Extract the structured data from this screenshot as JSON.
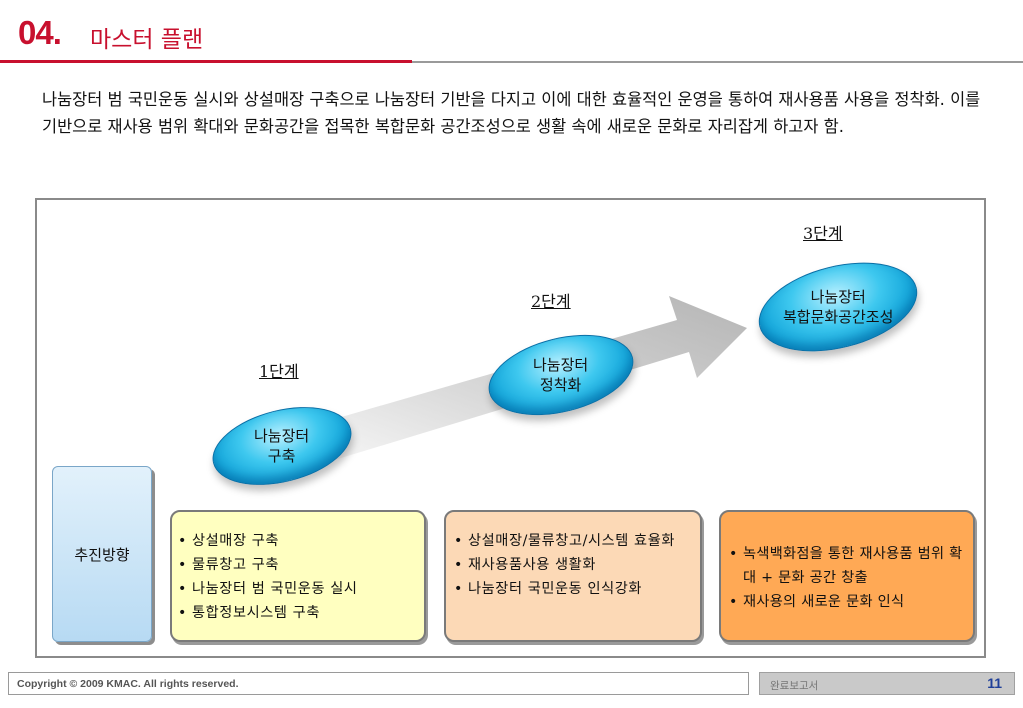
{
  "header": {
    "section_number": "04.",
    "section_title": "마스터 플랜",
    "colors": {
      "accent": "#c8102e"
    }
  },
  "intro": {
    "text": "나눔장터 범 국민운동 실시와 상설매장 구축으로 나눔장터 기반을 다지고 이에 대한 효율적인 운영을 통하여 재사용품 사용을 정착화. 이를 기반으로 재사용 범위 확대와 문화공간을 접목한 복합문화 공간조성으로 생활 속에 새로운 문화로 자리잡게 하고자 함."
  },
  "stages": [
    {
      "label": "1단계",
      "title": "나눔장터\n구축"
    },
    {
      "label": "2단계",
      "title": "나눔장터\n정착화"
    },
    {
      "label": "3단계",
      "title": "나눔장터\n복합문화공간조성"
    }
  ],
  "direction": {
    "label": "추진방향"
  },
  "boxes": [
    {
      "items": [
        "상설매장 구축",
        "물류창고 구축",
        "나눔장터 범 국민운동 실시",
        "통합정보시스템 구축"
      ],
      "color": "#ffffc0"
    },
    {
      "items": [
        "상설매장/물류창고/시스템 효율화",
        "재사용품사용 생활화",
        "나눔장터 국민운동 인식강화"
      ],
      "color": "#fcd9b6"
    },
    {
      "items": [
        "녹색백화점을 통한 재사용품 범위 확대 + 문화 공간 창출",
        "재사용의 새로운 문화 인식"
      ],
      "color": "#ffa955"
    }
  ],
  "footer": {
    "copyright": "Copyright © 2009 KMAC. All rights reserved.",
    "doc_name": "완료보고서",
    "page": "11"
  },
  "icons": {
    "arrow": "progress-arrow-icon"
  }
}
